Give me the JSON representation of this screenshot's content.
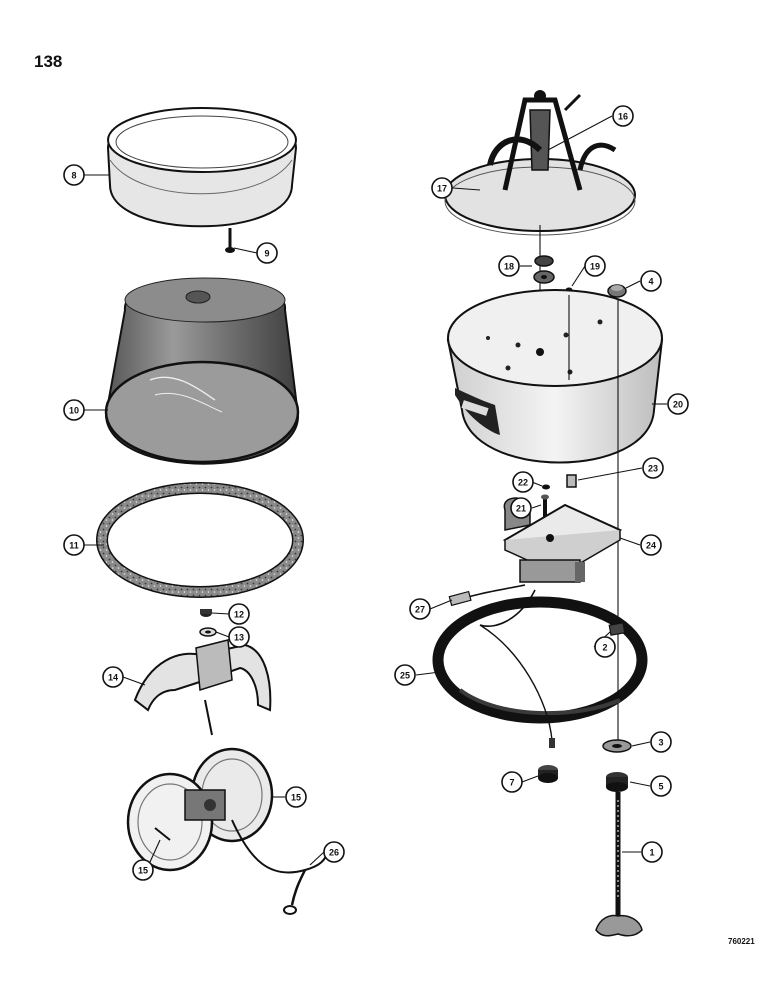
{
  "page": {
    "number": "138",
    "figure_code": "760221"
  },
  "callouts": [
    "8",
    "9",
    "10",
    "11",
    "12",
    "13",
    "14",
    "15",
    "15",
    "26",
    "16",
    "17",
    "18",
    "19",
    "4",
    "20",
    "22",
    "23",
    "21",
    "24",
    "27",
    "2",
    "25",
    "3",
    "7",
    "5",
    "1"
  ],
  "palette": {
    "ink": "#111111",
    "paper": "#ffffff",
    "lens_gray": "#7a7a7a",
    "metal": "#d9d9d9"
  }
}
